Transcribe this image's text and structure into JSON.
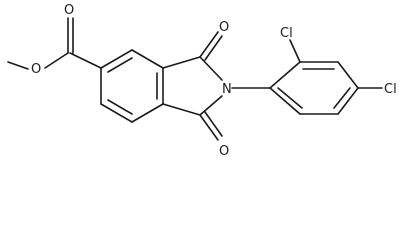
{
  "diagram": {
    "type": "chemical-structure",
    "atoms": {
      "ester_o_single": "O",
      "ester_o_double": "O",
      "imide_o_top": "O",
      "imide_o_bottom": "O",
      "imide_n": "N",
      "cl_ortho": "Cl",
      "cl_para": "Cl"
    }
  }
}
